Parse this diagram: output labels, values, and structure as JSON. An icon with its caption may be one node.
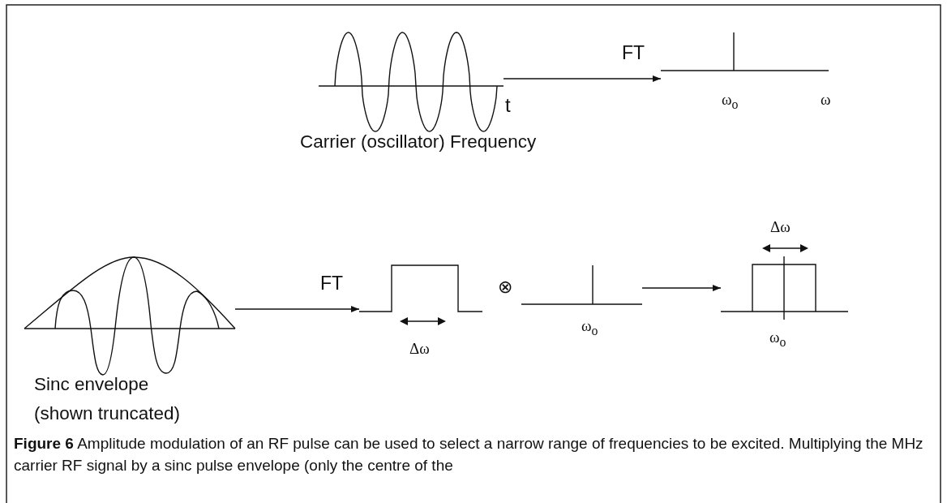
{
  "diagram": {
    "caption": "**Figure 6** Amplitude modulation of an RF pulse can be used to select a narrow range of frequencies to be excited. Multiplying the MHz carrier RF signal by a sinc pulse envelope (only the centre of the",
    "nodes": [
      {
        "text": [],
        "shape": "picture",
        "beside": [
          "t",
          "Carrier (oscillator) Frequency"
        ]
      },
      {
        "text": [],
        "shape": "picture",
        "beside": [
          "ω$_{o}$",
          "ω"
        ]
      },
      {
        "text": [],
        "shape": "picture",
        "beside": [
          "Sinc envelope (shown truncated)"
        ]
      },
      {
        "text": [],
        "shape": "picture",
        "beside": [
          "Δω"
        ]
      },
      {
        "text": [],
        "shape": "picture",
        "beside": [
          "ω$_{o}$"
        ]
      },
      {
        "text": [],
        "shape": "picture",
        "beside": [
          "Δω",
          "ω$_{o}$"
        ]
      }
    ],
    "edges": [
      {
        "from": 0,
        "to": 1,
        "arrow": "to",
        "label": "FT"
      },
      {
        "from": 2,
        "to": 3,
        "arrow": "to",
        "label": "FT"
      },
      {
        "from": 4,
        "to": 5,
        "arrow": "to"
      }
    ],
    "labels": [
      "⊗"
    ]
  }
}
